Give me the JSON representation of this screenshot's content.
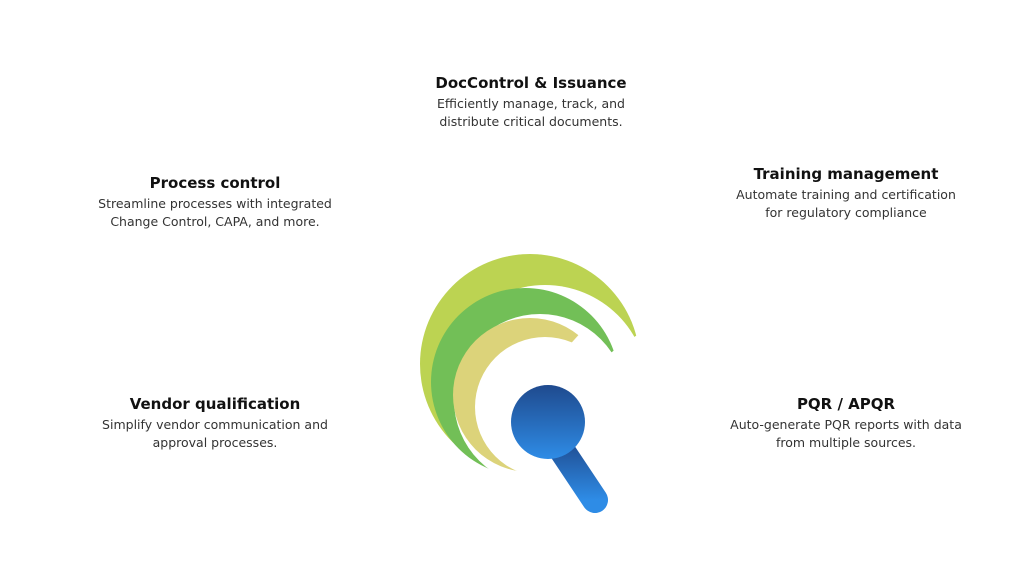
{
  "features": [
    {
      "title": "DocControl & Issuance",
      "lines": [
        "Efficiently manage, track, and",
        "distribute critical documents."
      ]
    },
    {
      "title": "Process control",
      "lines": [
        "Streamline processes with integrated",
        "Change Control, CAPA, and more."
      ]
    },
    {
      "title": "Training management",
      "lines": [
        "Automate training and certification",
        "for regulatory compliance"
      ]
    },
    {
      "title": "Vendor qualification",
      "lines": [
        "Simplify vendor communication and",
        "approval processes."
      ]
    },
    {
      "title": "PQR / APQR",
      "lines": [
        "Auto-generate PQR reports with data",
        "from multiple sources."
      ]
    }
  ],
  "colors": {
    "outer_arc": "#bcd352",
    "middle_arc": "#72bf57",
    "inner_arc": "#dcd37a",
    "lens_top": "#1f4a8e",
    "lens_bottom": "#2e8ce6"
  }
}
